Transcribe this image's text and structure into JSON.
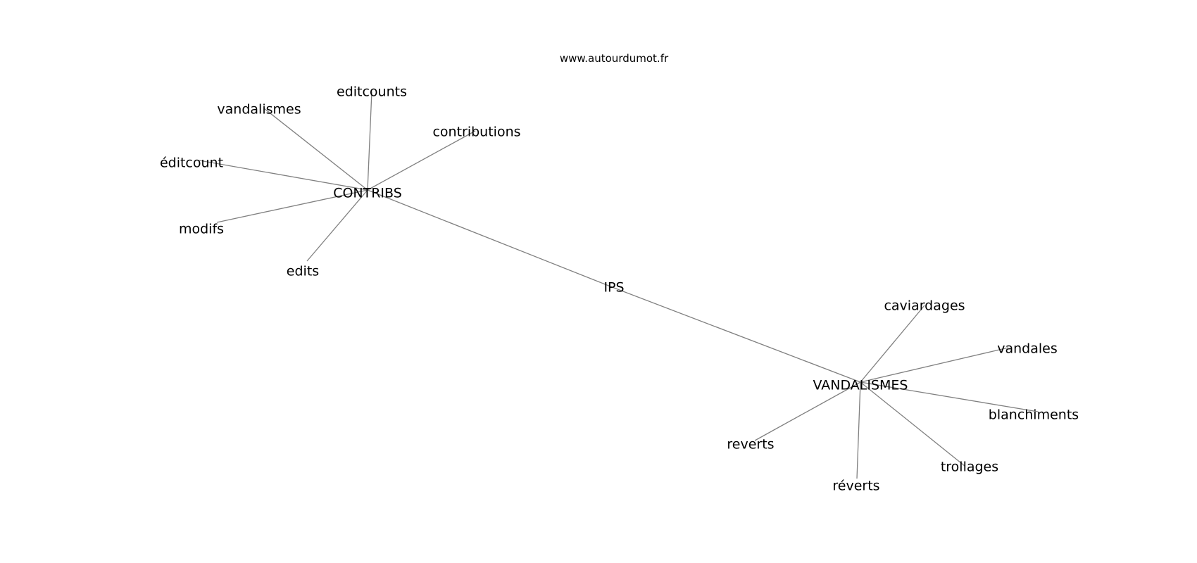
{
  "watermark": "www.autourdumot.fr",
  "colors": {
    "edge": "#808080",
    "text": "#000000",
    "background": "#ffffff"
  },
  "graph": {
    "nodes": [
      {
        "id": "ips",
        "label": "IPS"
      },
      {
        "id": "contribs",
        "label": "CONTRIBS"
      },
      {
        "id": "vandalismes_hub",
        "label": "VANDALISMES"
      },
      {
        "id": "editcounts",
        "label": "editcounts"
      },
      {
        "id": "vandalismes",
        "label": "vandalismes"
      },
      {
        "id": "contributions",
        "label": "contributions"
      },
      {
        "id": "editcount_fr",
        "label": "éditcount"
      },
      {
        "id": "modifs",
        "label": "modifs"
      },
      {
        "id": "edits",
        "label": "edits"
      },
      {
        "id": "caviardages",
        "label": "caviardages"
      },
      {
        "id": "vandales",
        "label": "vandales"
      },
      {
        "id": "blanchiments",
        "label": "blanchiments"
      },
      {
        "id": "reverts",
        "label": "reverts"
      },
      {
        "id": "trollages",
        "label": "trollages"
      },
      {
        "id": "reverts_fr",
        "label": "réverts"
      }
    ],
    "edges": [
      [
        "contribs",
        "ips"
      ],
      [
        "ips",
        "vandalismes_hub"
      ],
      [
        "contribs",
        "editcounts"
      ],
      [
        "contribs",
        "vandalismes"
      ],
      [
        "contribs",
        "contributions"
      ],
      [
        "contribs",
        "editcount_fr"
      ],
      [
        "contribs",
        "modifs"
      ],
      [
        "contribs",
        "edits"
      ],
      [
        "vandalismes_hub",
        "caviardages"
      ],
      [
        "vandalismes_hub",
        "vandales"
      ],
      [
        "vandalismes_hub",
        "blanchiments"
      ],
      [
        "vandalismes_hub",
        "reverts"
      ],
      [
        "vandalismes_hub",
        "trollages"
      ],
      [
        "vandalismes_hub",
        "reverts_fr"
      ]
    ]
  }
}
